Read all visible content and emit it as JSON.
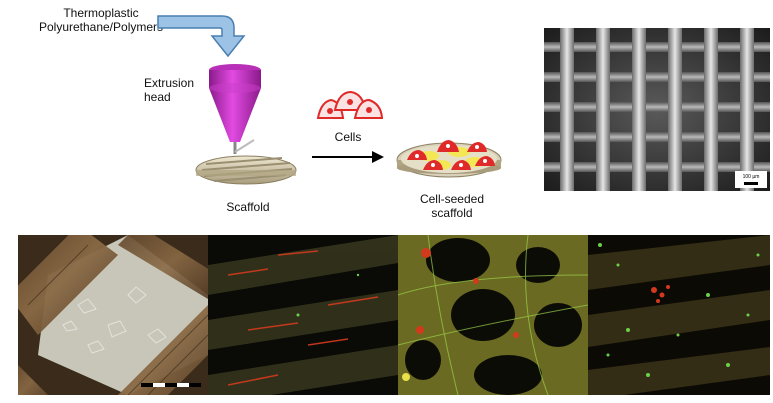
{
  "labels": {
    "material": [
      "Thermoplastic",
      "Polyurethane/Polymers"
    ],
    "extrusion": [
      "Extrusion",
      "head"
    ],
    "cells": "Cells",
    "scaffold": "Scaffold",
    "seeded": [
      "Cell-seeded",
      "scaffold"
    ],
    "scale_bar": "100 µm"
  },
  "colors": {
    "blue_arrow": "#9cc3e6",
    "blue_arrow_stroke": "#4a7fb0",
    "nozzle": "#cc33cc",
    "cell": "#e02a2a",
    "cell_fill": "#fbe3e3",
    "scaffold": "#d8d0b8",
    "panel_red": "#d23a1e",
    "panel_green": "#6ad14a"
  },
  "icons": [
    "down-curved-arrow-icon",
    "extrusion-nozzle-icon",
    "cell-icon",
    "right-arrow-icon",
    "scaffold-disc-icon",
    "scale-bar-icon"
  ]
}
